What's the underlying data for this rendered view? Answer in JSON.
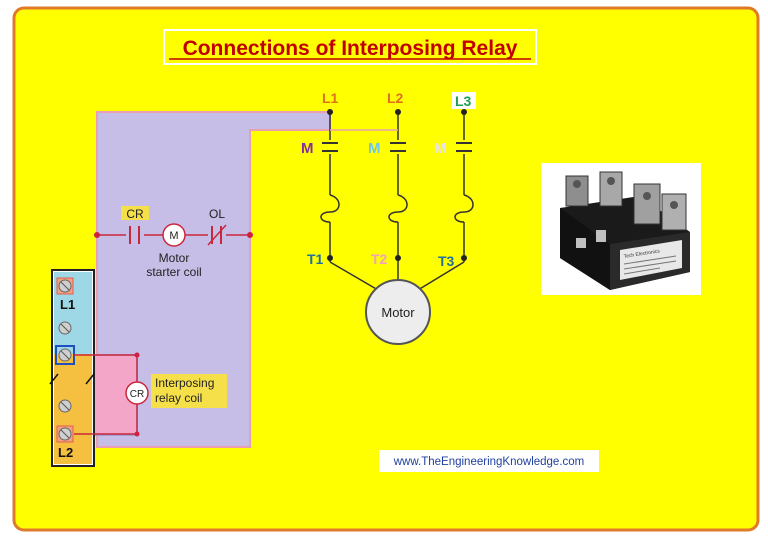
{
  "title": "Connections of Interposing Relay",
  "website": "www.TheEngineeringKnowledge.com",
  "colors": {
    "background": "#FFFF00",
    "frame_border": "#E07A2A",
    "title": "#C00000",
    "control_panel": "#C6BEE6",
    "l1_column": "#9ED8E6",
    "l2_column": "#F5C040",
    "relay_area": "#F4A6C8",
    "wire": "#C8283C",
    "node": "#D02040",
    "label_orange": "#E07020",
    "label_purple": "#8A2BA0",
    "label_cyan": "#70C8E8",
    "label_green": "#20A050",
    "label_teal": "#2070A0"
  },
  "control": {
    "cr_contact": "CR",
    "motor_symbol": "M",
    "ol_contact": "OL",
    "motor_coil_line1": "Motor",
    "motor_coil_line2": "starter coil",
    "relay_coil_symbol": "CR",
    "relay_coil_line1": "Interposing",
    "relay_coil_line2": "relay coil",
    "terminal_l1": "L1",
    "terminal_l2": "L2"
  },
  "power": {
    "line_labels": [
      "L1",
      "L2",
      "L3"
    ],
    "contact_labels": [
      "M",
      "M",
      "M"
    ],
    "terminal_labels": [
      "T1",
      "T2",
      "T3"
    ],
    "motor_label": "Motor"
  },
  "photo": {
    "brand_text": "Tech Electronics"
  }
}
